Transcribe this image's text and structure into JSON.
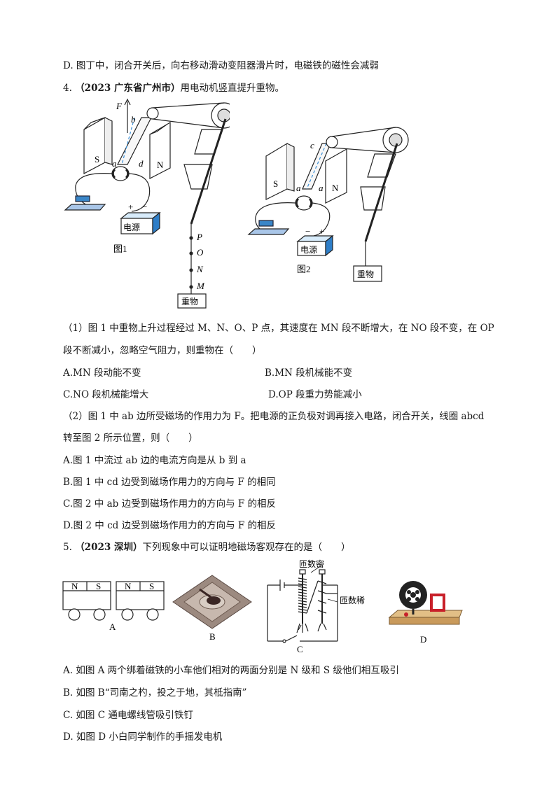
{
  "q3_d": "D. 图丁中，闭合开关后，向右移动滑动变阻器滑片时，电磁铁的磁性会减弱",
  "q4": {
    "number": "4.",
    "source": "（2023 广东省广州市）",
    "stem": "用电动机竖直提升重物。",
    "fig1": {
      "caption": "图1",
      "power_label": "电源",
      "weight_label": "重物",
      "magnet_s": "S",
      "magnet_n": "N",
      "force_label": "F",
      "coil_a": "a",
      "coil_b": "b",
      "coil_d": "d",
      "plus": "+",
      "minus": "−",
      "points": [
        "P",
        "O",
        "N",
        "M"
      ]
    },
    "fig2": {
      "caption": "图2",
      "power_label": "电源",
      "weight_label": "重物",
      "magnet_s": "S",
      "magnet_n": "N",
      "coil_a1": "a",
      "coil_a2": "a",
      "coil_c": "c",
      "plus": "+",
      "minus": "−"
    },
    "part1_line1": "（1）图 1 中重物上升过程经过 M、N、O、P 点，其速度在 MN 段不断增大，在 NO 段不变，在 OP",
    "part1_line2": "段不断减小，忽略空气阻力，则重物在（　　）",
    "part1_options": {
      "A": "A.MN 段动能不变",
      "B": "B.MN 段机械能不变",
      "C": "C.NO 段机械能增大",
      "D": "D.OP 段重力势能减小"
    },
    "part2_line1": "（2）图 1 中 ab 边所受磁场的作用力为 F。把电源的正负极对调再接入电路，闭合开关，线圈 abcd",
    "part2_line2": "转至图 2 所示位置，则（　　）",
    "part2_options": {
      "A": "A.图 1 中流过 ab 边的电流方向是从 b 到 a",
      "B": "B.图 1 中 cd 边受到磁场作用力的方向与 F 的相同",
      "C": "C.图 2 中 ab 边受到磁场作用力的方向与 F 的相反",
      "D": "D.图 2 中 cd 边受到磁场作用力的方向与 F 的相反"
    }
  },
  "q5": {
    "number": "5.",
    "source": "（2023 深圳）",
    "stem": "下列现象中可以证明地磁场客观存在的是（　　）",
    "figA": {
      "caption": "A",
      "n1": "N",
      "s1": "S",
      "n2": "N",
      "s2": "S"
    },
    "figB": {
      "caption": "B"
    },
    "figC": {
      "caption": "C",
      "label_top": "匝数密",
      "label_right": "匝数稀"
    },
    "figD": {
      "caption": "D"
    },
    "options": {
      "A": "A.  如图 A 两个绑着磁铁的小车他们相对的两面分别是 N 级和 S 级他们相互吸引",
      "B": "B.  如图 B“司南之杓，投之于地，其柢指南”",
      "C": "C.  如图 C 通电螺线管吸引铁钉",
      "D": "D.  如图 D 小白同学制作的手摇发电机"
    }
  }
}
